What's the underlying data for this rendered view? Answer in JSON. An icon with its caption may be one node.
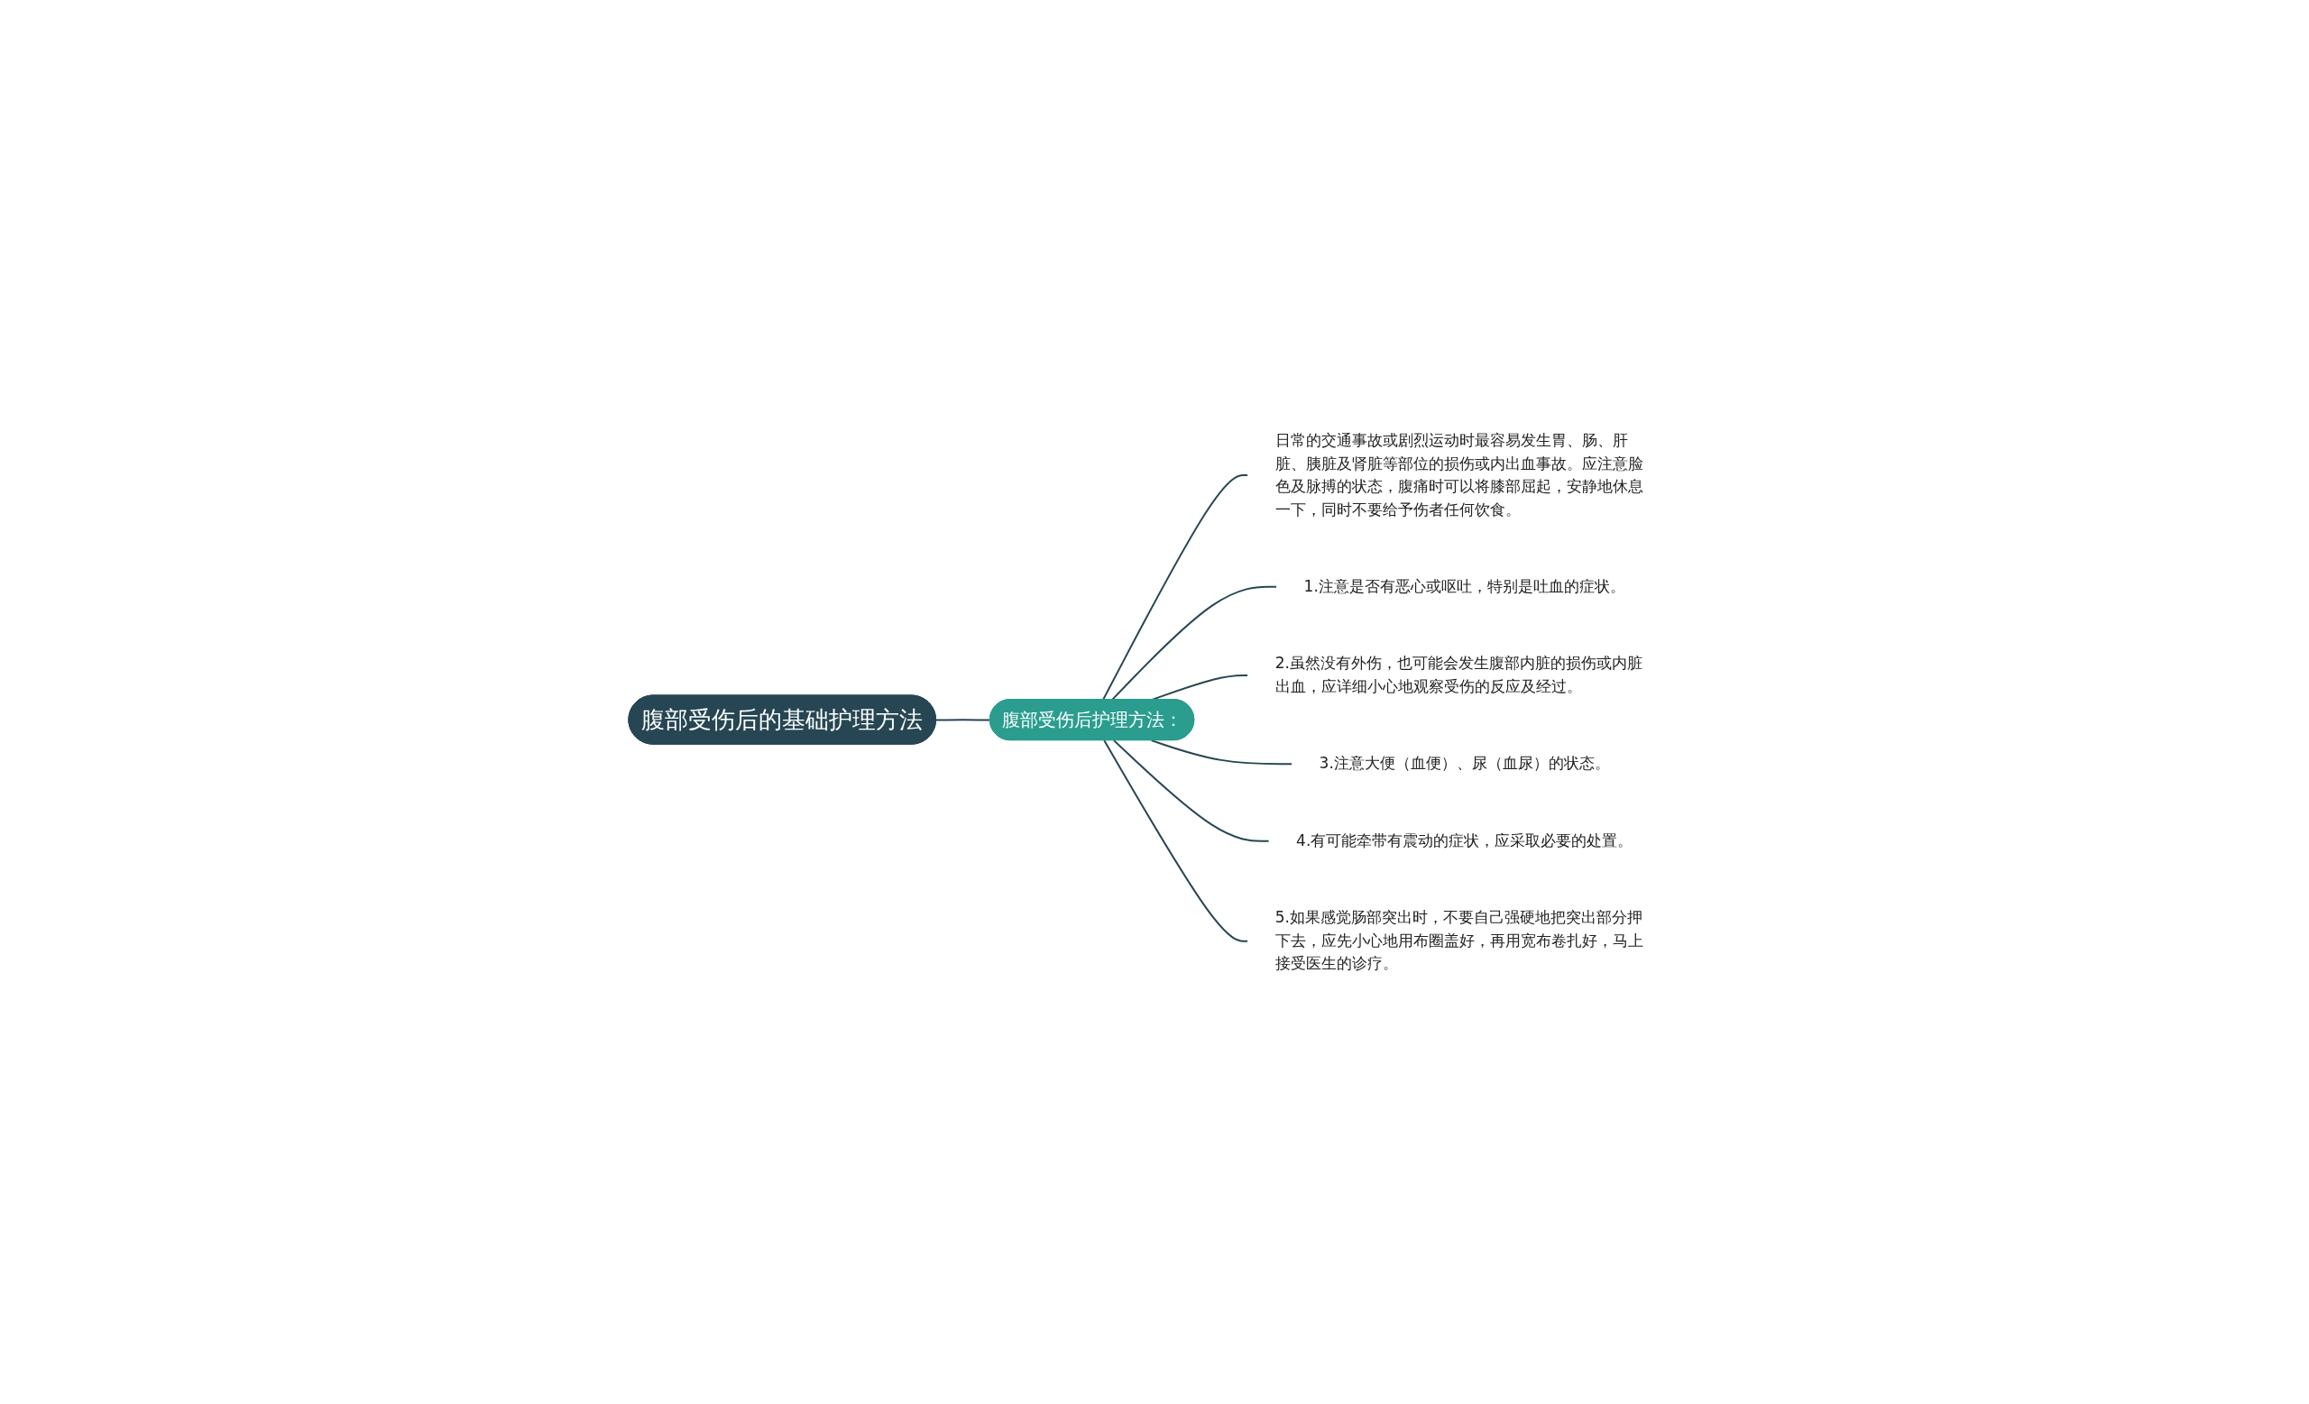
{
  "diagram": {
    "nodes": [
      {
        "text": [
          "腹部受伤后的基础护理方法"
        ]
      },
      {
        "text": [
          "腹部受伤后护理方法："
        ]
      },
      {
        "text": [
          "日常的交通事故或剧烈运动时最容易发生胃、肠、肝脏、胰脏及肾脏等部位的损伤或内出血事故。应注意脸色及脉搏的状态，腹痛时可以将膝部屈起，安静地休息一下，同时不要给予伤者任何饮食。"
        ]
      },
      {
        "text": [
          "1.注意是否有恶心或呕吐，特别是吐血的症状。"
        ]
      },
      {
        "text": [
          "2.虽然没有外伤，也可能会发生腹部内脏的损伤或内脏出血，应详细小心地观察受伤的反应及经过。"
        ]
      },
      {
        "text": [
          "3.注意大便（血便）、尿（血尿）的状态。"
        ]
      },
      {
        "text": [
          "4.有可能牵带有震动的症状，应采取必要的处置。"
        ]
      },
      {
        "text": [
          "5.如果感觉肠部突出时，不要自己强硬地把突出部分押下去，应先小心地用布圈盖好，再用宽布卷扎好，马上接受医生的诊疗。"
        ]
      }
    ],
    "edges": [
      {
        "from": 0,
        "to": 1,
        "arrow": "none"
      },
      {
        "from": 1,
        "to": 2,
        "arrow": "none"
      },
      {
        "from": 1,
        "to": 3,
        "arrow": "none"
      },
      {
        "from": 1,
        "to": 4,
        "arrow": "none"
      },
      {
        "from": 1,
        "to": 5,
        "arrow": "none"
      },
      {
        "from": 1,
        "to": 6,
        "arrow": "none"
      },
      {
        "from": 1,
        "to": 7,
        "arrow": "none"
      }
    ]
  }
}
